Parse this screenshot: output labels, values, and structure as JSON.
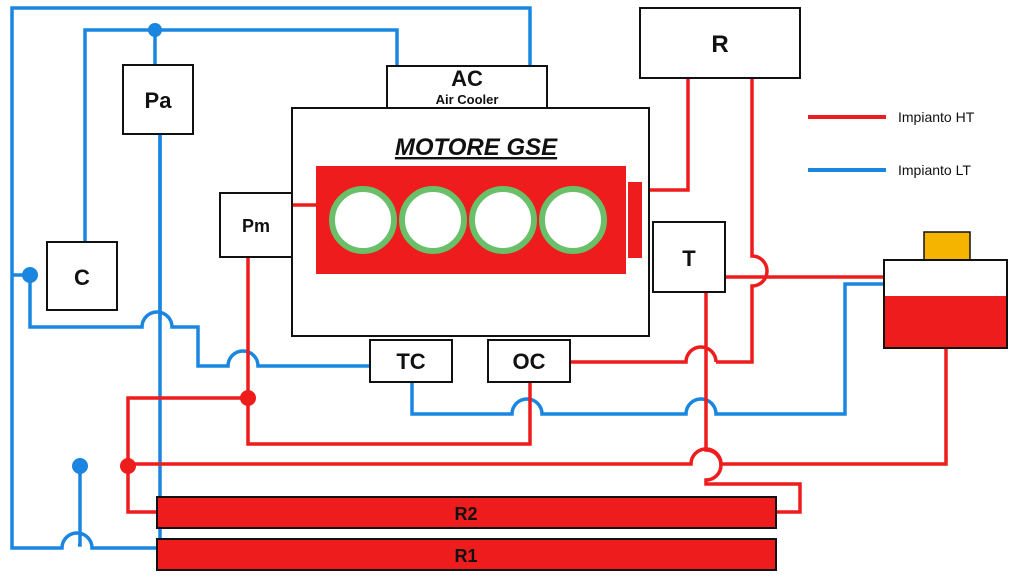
{
  "engine": {
    "title": "MOTORE GSE"
  },
  "components": {
    "ac": {
      "label": "AC",
      "sublabel": "Air Cooler"
    },
    "r": {
      "label": "R"
    },
    "pa": {
      "label": "Pa"
    },
    "pm": {
      "label": "Pm"
    },
    "c": {
      "label": "C"
    },
    "t": {
      "label": "T"
    },
    "tc": {
      "label": "TC"
    },
    "oc": {
      "label": "OC"
    },
    "r2": {
      "label": "R2"
    },
    "r1": {
      "label": "R1"
    }
  },
  "legend": {
    "ht": {
      "label": "Impianto HT",
      "color": "#ee1c1c"
    },
    "lt": {
      "label": "Impianto LT",
      "color": "#1a86e0"
    }
  },
  "colors": {
    "engine_block": "#ee1c1c",
    "cylinder_ring": "#6abf69",
    "tank_cap": "#f5b400",
    "tank_fill": "#ee1c1c"
  }
}
